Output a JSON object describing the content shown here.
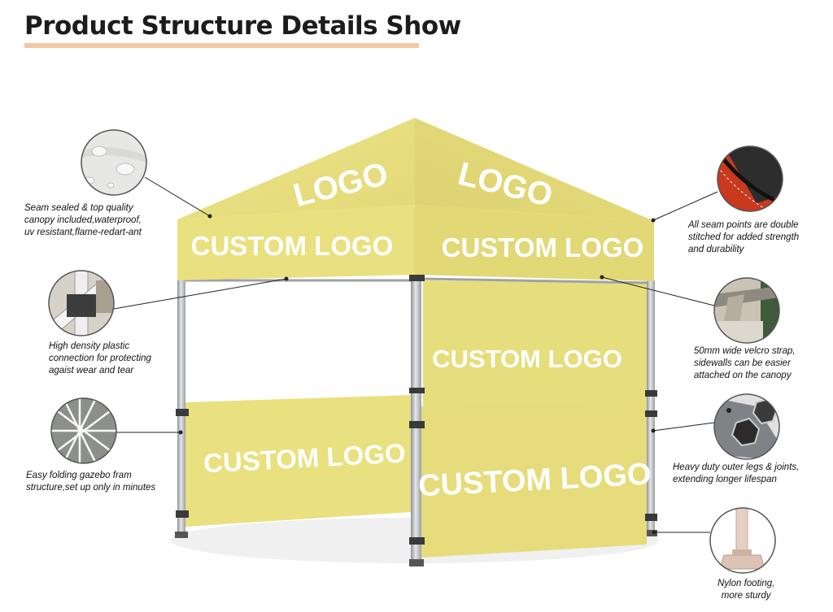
{
  "title": "Product Structure Details Show",
  "colors": {
    "canopy": "#e9e07f",
    "title_underline": "#f2c9a0",
    "frame": "#b9bcc0"
  },
  "tent": {
    "roof_logo_left": "LOGO",
    "roof_logo_right": "LOGO",
    "valance_left": "CUSTOM LOGO",
    "valance_right": "CUSTOM LOGO",
    "back_wall": "CUSTOM LOGO",
    "half_wall_left": "CUSTOM LOGO",
    "half_wall_front": "CUSTOM LOGO"
  },
  "callouts": {
    "seam_sealed": {
      "lines": [
        "Seam sealed & top quality",
        "canopy included,waterproof,",
        "uv resistant,flame-redart-ant"
      ],
      "icon": "water-droplet-icon"
    },
    "plastic_connection": {
      "lines": [
        "High density plastic",
        "connection for protecting",
        "agaist wear and tear"
      ],
      "icon": "plastic-joint-icon"
    },
    "folding_frame": {
      "lines": [
        "Easy folding gazebo fram",
        "structure,set up only in minutes"
      ],
      "icon": "folding-frame-icon"
    },
    "double_stitched": {
      "lines": [
        "All seam points are double",
        "stitched for added strength",
        "and durability"
      ],
      "icon": "stitched-seam-icon"
    },
    "velcro_strap": {
      "lines": [
        "50mm wide velcro strap,",
        "sidewalls can be easier",
        "attached on the canopy"
      ],
      "icon": "velcro-strap-icon"
    },
    "outer_legs": {
      "lines": [
        "Heavy duty outer legs & joints,",
        "extending longer lifespan"
      ],
      "icon": "hexagonal-leg-icon"
    },
    "nylon_footing": {
      "lines": [
        "Nylon footing,",
        "more sturdy"
      ],
      "icon": "foot-plate-icon"
    }
  }
}
